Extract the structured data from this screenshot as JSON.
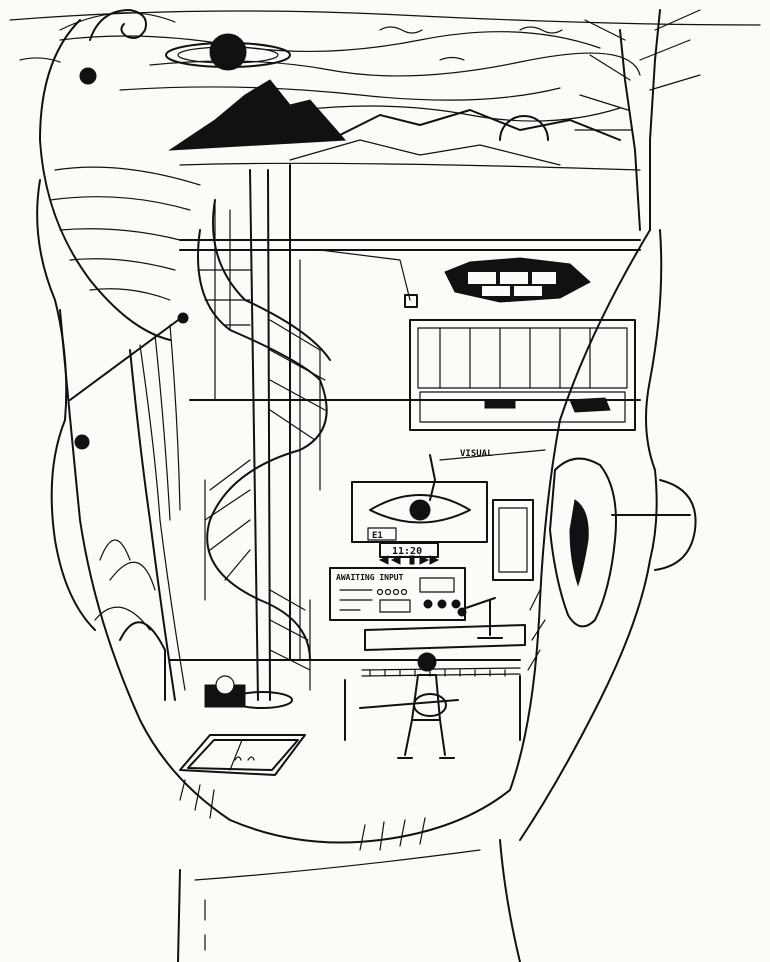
{
  "drawing": {
    "labels": {
      "visual": "VISUAL",
      "clock": "11:20",
      "awaiting_input": "AWAITING INPUT",
      "screen_code": "E1"
    },
    "ink_color": "#111111",
    "paper_color": "#fbfbf8"
  }
}
